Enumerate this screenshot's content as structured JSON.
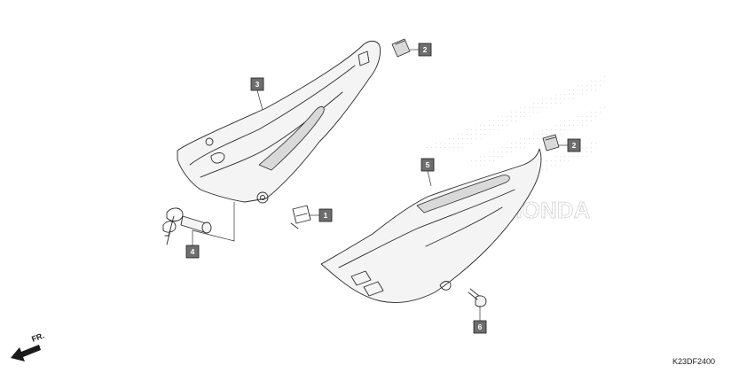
{
  "diagram_code": "K23DF2400",
  "direction_label": "FR.",
  "watermark_text": "HONDA",
  "callouts": [
    {
      "id": "1",
      "label": "1"
    },
    {
      "id": "2a",
      "label": "2"
    },
    {
      "id": "2b",
      "label": "2"
    },
    {
      "id": "3",
      "label": "3"
    },
    {
      "id": "4",
      "label": "4"
    },
    {
      "id": "5",
      "label": "5"
    },
    {
      "id": "6",
      "label": "6"
    }
  ],
  "colors": {
    "callout_box": "#6e6e6e",
    "outline": "#2b2b2b",
    "watermark": "#c9c9c9"
  }
}
